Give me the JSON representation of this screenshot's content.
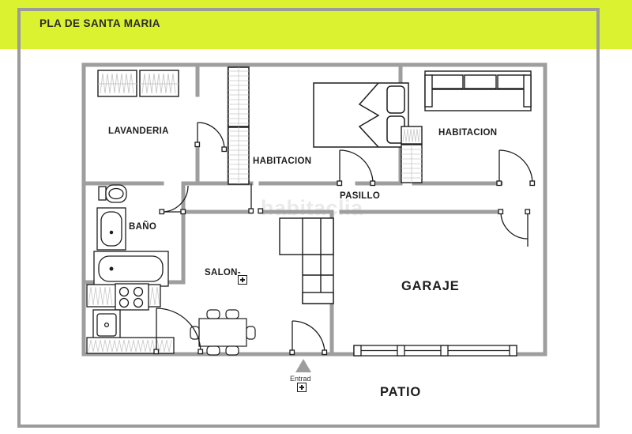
{
  "banner": {
    "title": "PLA DE SANTA MARIA",
    "background_color": "#dbf230",
    "text_color": "#2b2b2b"
  },
  "frame": {
    "border_color": "#9b9b9b"
  },
  "watermark": {
    "text": "habitaclia"
  },
  "plan": {
    "type": "floor-plan",
    "wall_color": "#9e9e9e",
    "fixture_color": "#1d1d1d",
    "rooms": [
      {
        "id": "lavanderia",
        "label": "LAVANDERIA",
        "font_size": 11.5
      },
      {
        "id": "bano",
        "label": "BAÑO",
        "font_size": 11.5
      },
      {
        "id": "habitacion-1",
        "label": "HABITACION",
        "font_size": 11.5
      },
      {
        "id": "habitacion-2",
        "label": "HABITACION",
        "font_size": 11.5
      },
      {
        "id": "pasillo",
        "label": "PASILLO",
        "font_size": 11.5
      },
      {
        "id": "salon",
        "label": "SALON-",
        "font_size": 11.5
      },
      {
        "id": "garaje",
        "label": "GARAJE",
        "font_size": 16.5
      },
      {
        "id": "patio",
        "label": "PATIO",
        "font_size": 16.5
      }
    ],
    "entrance": {
      "label": "Entrad",
      "marker": "triangle-up",
      "marker_color": "#9d9d9d"
    },
    "expand_icons": [
      {
        "id": "salon-expand",
        "glyph": "+"
      },
      {
        "id": "entrance-expand",
        "glyph": "+"
      }
    ],
    "fixtures": [
      "laundry-window-left",
      "laundry-window-right",
      "wardrobe-upper",
      "wardrobe-lower",
      "toilet",
      "washbasin",
      "bathtub",
      "stove-4-burner",
      "kitchen-sink",
      "kitchen-counter-top",
      "kitchen-counter-bottom",
      "double-bed",
      "pillow-top",
      "pillow-bottom",
      "sofa-sectional-bedroom",
      "wardrobe-bedroom-upper",
      "wardrobe-bedroom-lower",
      "l-shaped-sofa",
      "dining-table",
      "dining-chairs",
      "garage-door"
    ]
  }
}
